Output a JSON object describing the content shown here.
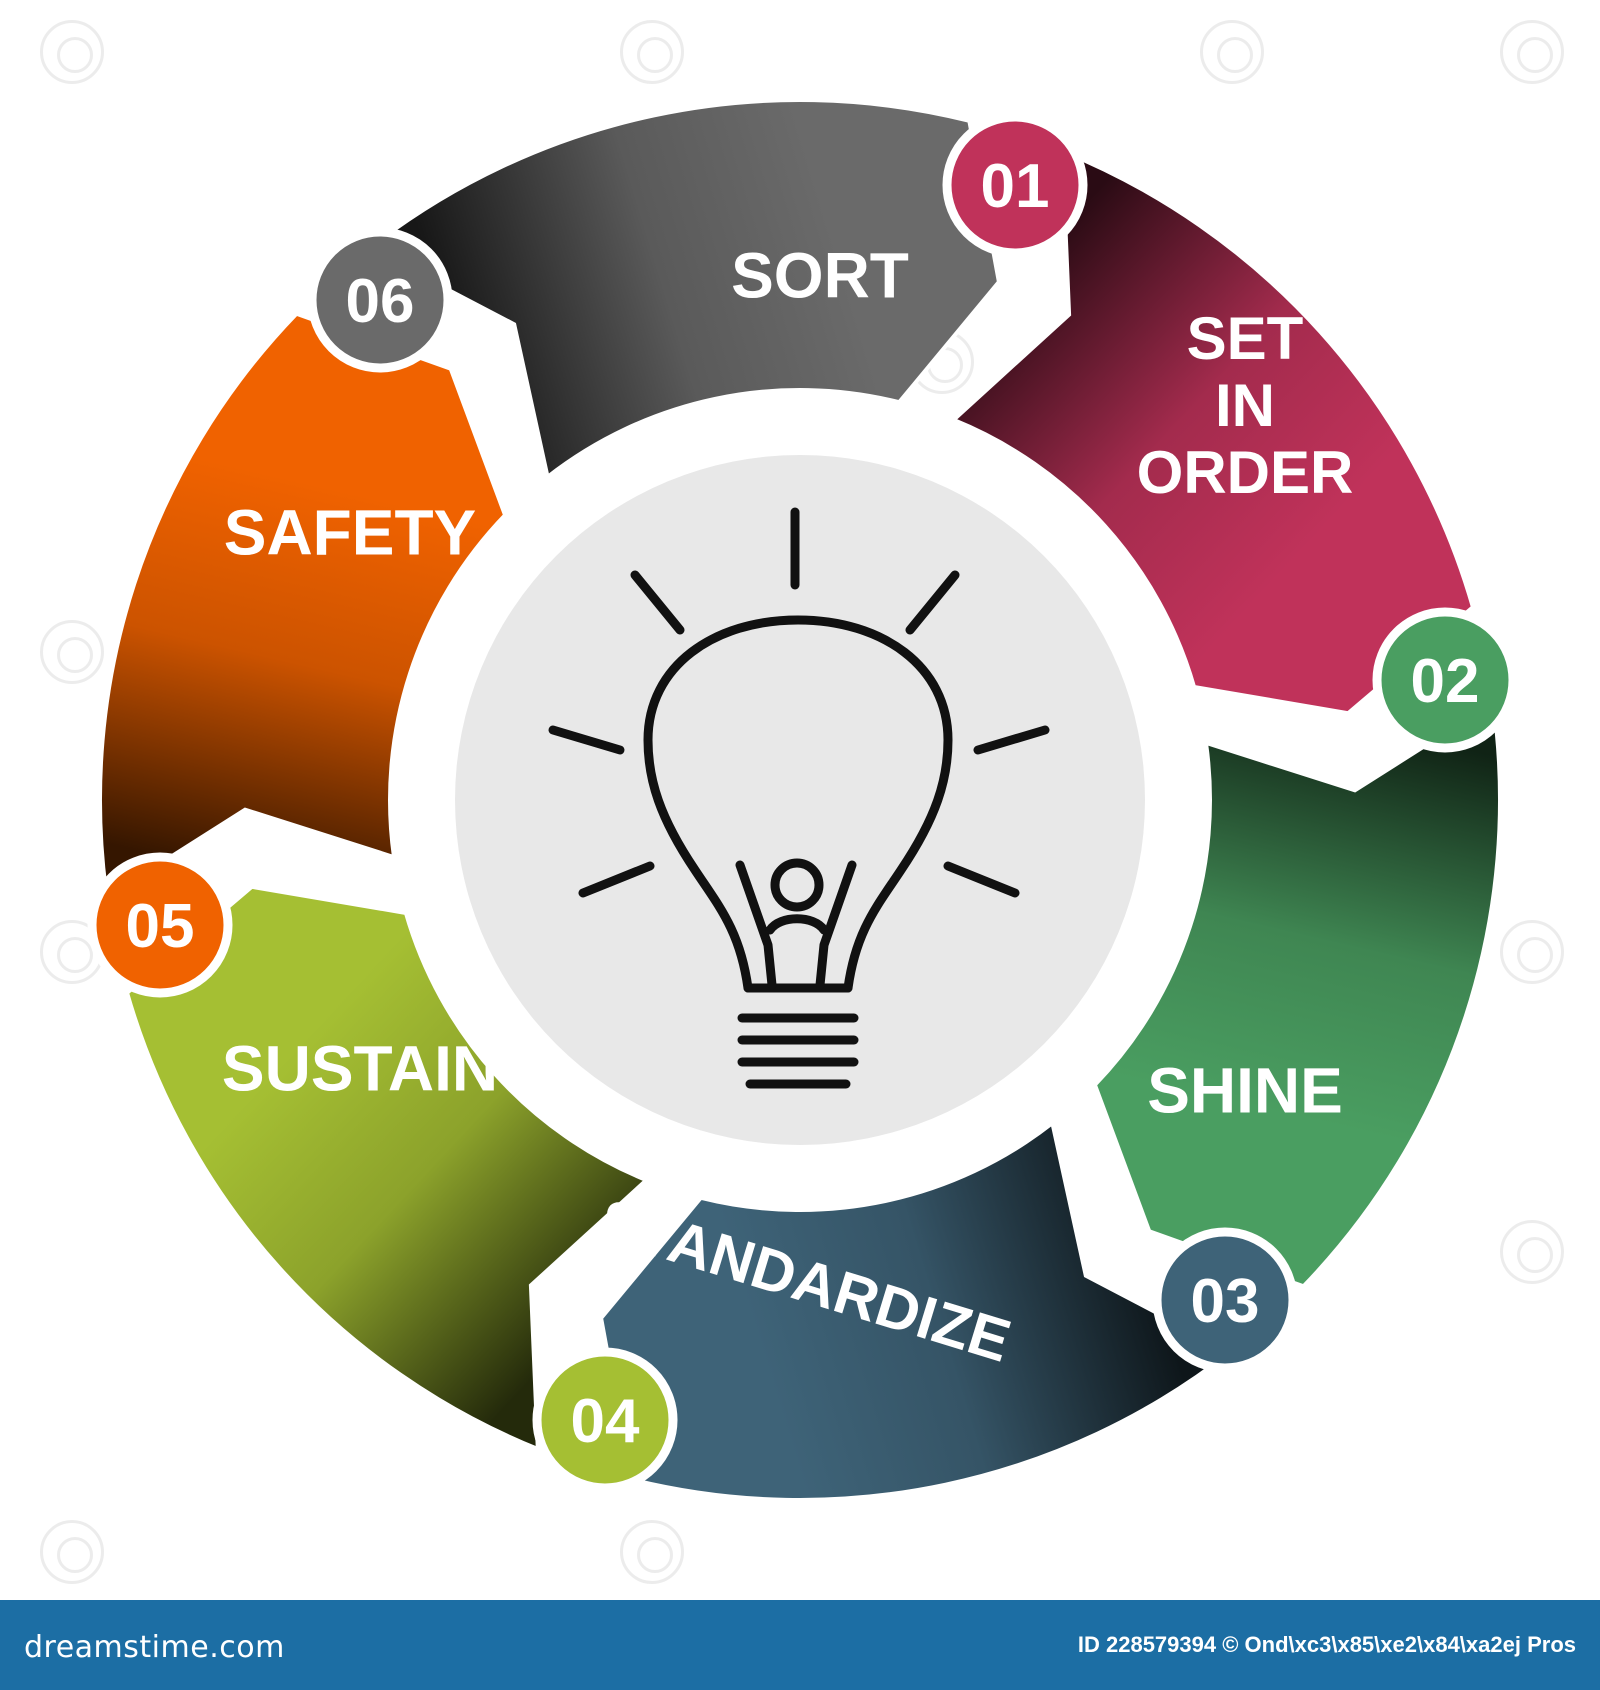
{
  "steps": [
    {
      "number": "01",
      "label_lines": [
        "SORT"
      ],
      "color": "#c0325a"
    },
    {
      "number": "02",
      "label_lines": [
        "SET",
        "IN",
        "ORDER"
      ],
      "color": "#4a9e61"
    },
    {
      "number": "03",
      "label_lines": [
        "SHINE"
      ],
      "color": "#3e6378"
    },
    {
      "number": "04",
      "label_lines": [
        "STANDARDIZE"
      ],
      "color": "#a5bf33"
    },
    {
      "number": "05",
      "label_lines": [
        "SUSTAIN"
      ],
      "color": "#f06200"
    },
    {
      "number": "06",
      "label_lines": [
        "SAFETY"
      ],
      "color": "#6a6a6a"
    }
  ],
  "center_icon": "lightbulb-person-icon",
  "footer": {
    "brand": "dreamstime.com",
    "id_text": "ID 228579394 © Ond\\xc3\\x85\\xe2\\x84\\xa2ej Pros",
    "background": "#1c6ea4"
  }
}
